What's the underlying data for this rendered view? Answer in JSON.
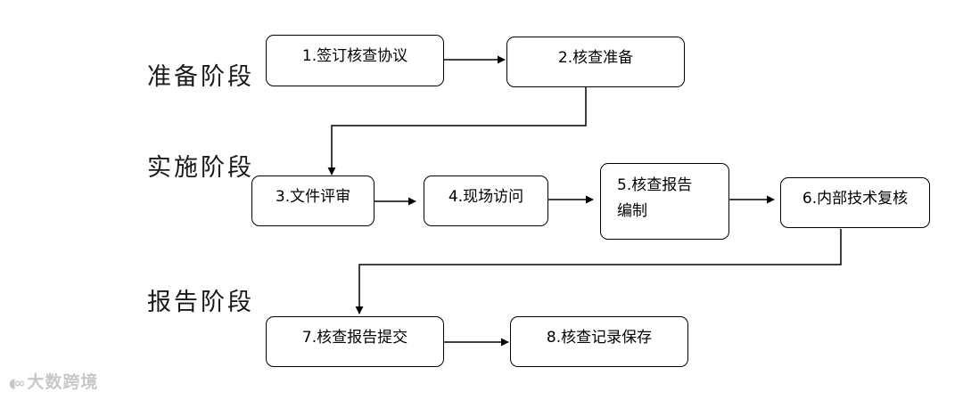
{
  "stages": {
    "prep": "准备阶段",
    "impl": "实施阶段",
    "report": "报告阶段"
  },
  "steps": {
    "s1": "1.签订核查协议",
    "s2": "2.核查准备",
    "s3": "3.文件评审",
    "s4": "4.现场访问",
    "s5_line1": "5.核查报告",
    "s5_line2": "编制",
    "s6": "6.内部技术复核",
    "s7": "7.核查报告提交",
    "s8": "8.核查记录保存"
  },
  "watermark": {
    "text": "大数跨境"
  }
}
